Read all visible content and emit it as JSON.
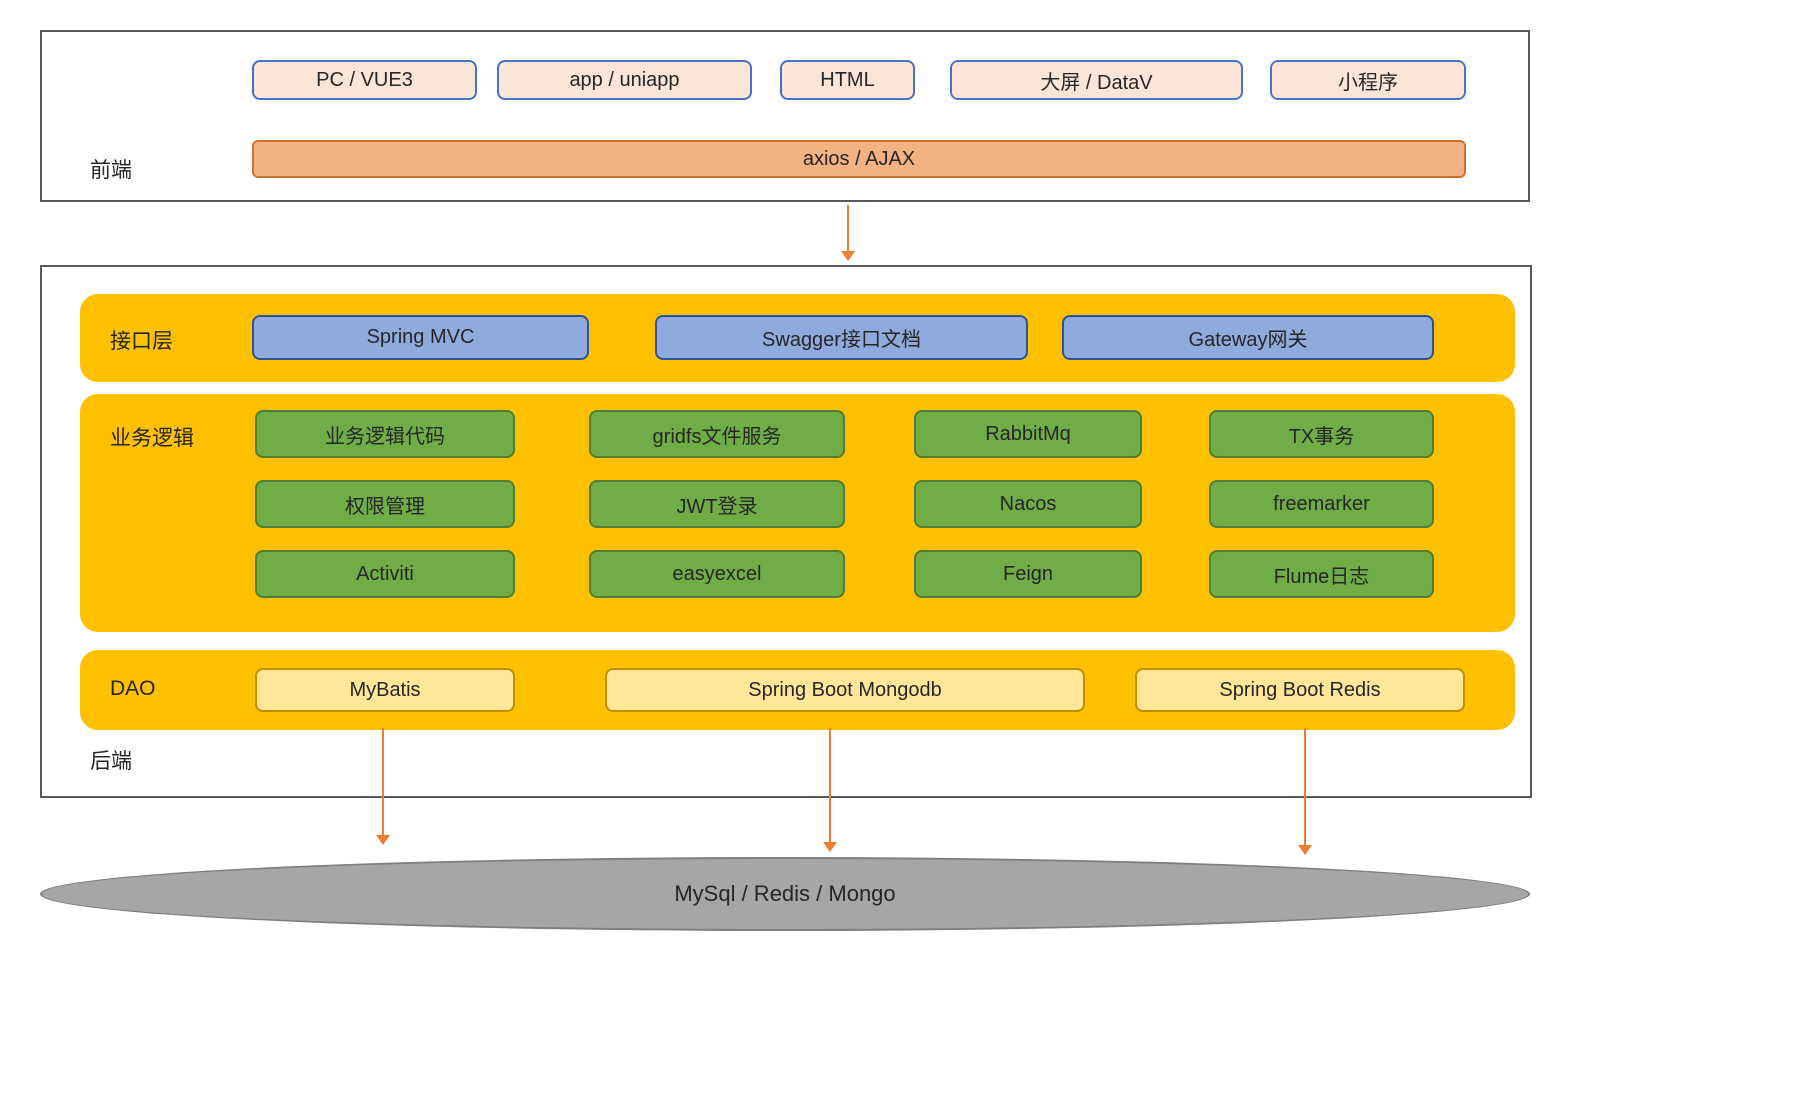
{
  "frontend": {
    "label": "前端",
    "clients": [
      "PC / VUE3",
      "app / uniapp",
      "HTML",
      "大屏 / DataV",
      "小程序"
    ],
    "transport_label": "axios / AJAX"
  },
  "backend": {
    "label": "后端",
    "interface_layer": {
      "label": "接口层",
      "items": [
        "Spring MVC",
        "Swagger接口文档",
        "Gateway网关"
      ]
    },
    "business_layer": {
      "label": "业务逻辑",
      "rows": [
        [
          "业务逻辑代码",
          "gridfs文件服务",
          "RabbitMq",
          "TX事务"
        ],
        [
          "权限管理",
          "JWT登录",
          "Nacos",
          "freemarker"
        ],
        [
          "Activiti",
          "easyexcel",
          "Feign",
          "Flume日志"
        ]
      ]
    },
    "dao_layer": {
      "label": "DAO",
      "items": [
        "MyBatis",
        "Spring Boot Mongodb",
        "Spring Boot Redis"
      ]
    }
  },
  "database": {
    "label": "MySql / Redis / Mongo"
  },
  "colors": {
    "client_fill": "#fbe5d6",
    "client_border": "#4472c4",
    "transport_fill": "#f4b183",
    "panel_fill": "#ffc000",
    "interface_node_fill": "#8faadc",
    "business_node_fill": "#70ad47",
    "dao_node_fill": "#ffe699",
    "database_fill": "#a6a6a6",
    "arrow": "#ed7d31"
  }
}
